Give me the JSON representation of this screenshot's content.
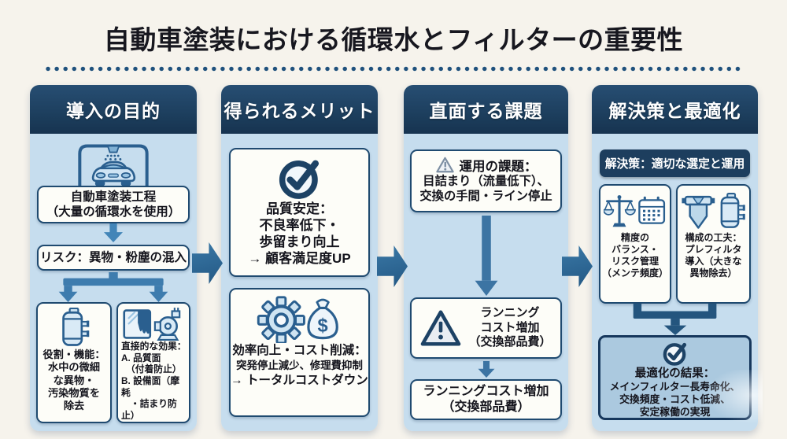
{
  "title": "自動車塗装における循環水とフィルターの重要性",
  "palette": {
    "page_bg": "#f6f3ec",
    "header_navy": "#1d3e5e",
    "column_blue": "#c6ddee",
    "box_border_navy": "#1f4a70",
    "connector_blue": "#3e7cae",
    "inter_column_arrow_blue": "#2a6694",
    "result_box_blue": "#abc9df",
    "dotted_rule_blue": "#1f517d",
    "icon_outline_blue": "#2a5f8f"
  },
  "columns": [
    {
      "header": "導入の目的",
      "process_box": [
        "自動車塗装工程",
        "（大量の循環水を使用）"
      ],
      "risk_box": "リスク：異物・粉塵の混入",
      "role_box": [
        "役割・機能：",
        "水中の微細",
        "な異物・",
        "汚染物質を",
        "除去"
      ],
      "effect_box": [
        "直接的な効果：",
        "A. 品質面",
        "　（付着防止）",
        "B. 設備面（摩耗",
        "　・詰まり防止）"
      ]
    },
    {
      "header": "得られるメリット",
      "quality_box": [
        "品質安定：",
        "不良率低下・",
        "歩留まり向上",
        "→ 顧客満足度UP"
      ],
      "efficiency_box": [
        "効率向上・コスト削減：",
        "突発停止減少、修理費抑制",
        "→ トータルコストダウン"
      ]
    },
    {
      "header": "直面する課題",
      "operation_box_title": "運用の課題：",
      "operation_box_lines": [
        "目詰まり（流量低下）、",
        "交換の手間・ライン停止"
      ],
      "running_cost_box": [
        "ランニング",
        "コスト増加",
        "（交換部品費）"
      ],
      "running_cost_box2": [
        "ランニングコスト増加",
        "（交換部品費）"
      ]
    },
    {
      "header": "解決策と最適化",
      "solution_bar": "解決策：適切な選定と運用",
      "balance_box": [
        "精度の",
        "バランス・",
        "リスク管理",
        "（メンテ頻度）"
      ],
      "structure_box": [
        "構成の工夫：",
        "プレフィルタ",
        "導入（大きな",
        "異物除去）"
      ],
      "result_box": [
        "最適化の結果：",
        "メインフィルター長寿命化、",
        "交換頻度・コスト低減、",
        "安定稼働の実現"
      ]
    }
  ]
}
